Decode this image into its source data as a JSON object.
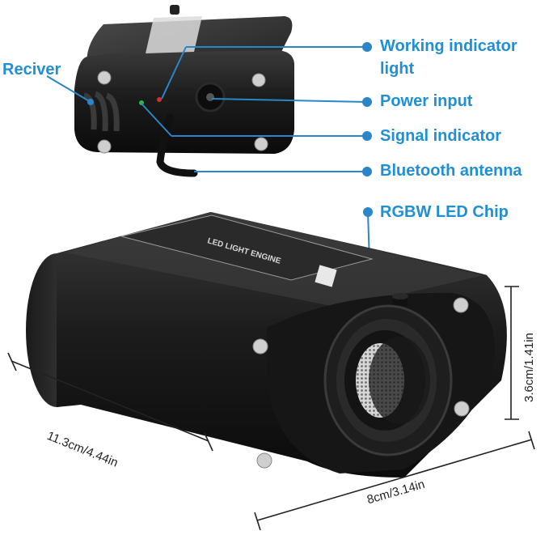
{
  "callouts": {
    "receiver": "Reciver",
    "working_indicator_line1": "Working indicator",
    "working_indicator_line2": "light",
    "power_input": "Power input",
    "signal_indicator": "Signal indicator",
    "bluetooth_antenna": "Bluetooth antenna",
    "rgbw_led_chip": "RGBW LED Chip"
  },
  "dimensions": {
    "length": "11.3cm/4.44in",
    "width": "8cm/3.14in",
    "height": "3.6cm/1.41in"
  },
  "device_label": {
    "title": "LED LIGHT ENGINE"
  },
  "colors": {
    "callout_text": "#1f8fd6",
    "callout_line": "#2a86c8",
    "device_body": "#1b1b1b",
    "dimension_line": "#222222"
  }
}
